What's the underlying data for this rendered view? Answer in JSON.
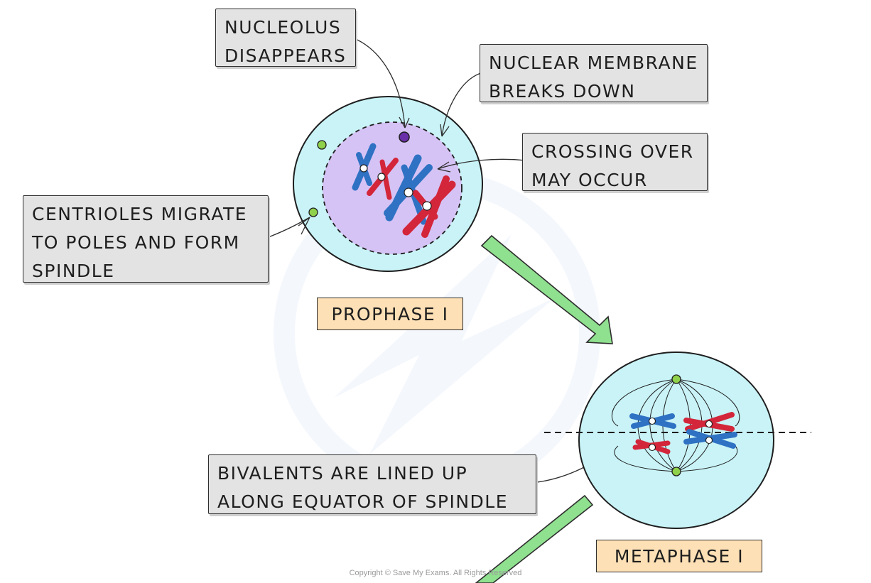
{
  "labels": {
    "nucleolus": "NUCLEOLUS DISAPPEARS",
    "membrane": "NUCLEAR MEMBRANE BREAKS DOWN",
    "crossing": "CROSSING OVER MAY OCCUR",
    "centrioles": "CENTRIOLES MIGRATE TO POLES AND FORM SPINDLE",
    "bivalents": "BIVALENTS ARE LINED UP ALONG EQUATOR OF SPINDLE"
  },
  "phases": {
    "prophase": "PROPHASE I",
    "metaphase": "METAPHASE I"
  },
  "copyright": "Copyright © Save My Exams. All Rights Reserved",
  "colors": {
    "cell": "#c9f3f7",
    "nucleus": "#d6c3f5",
    "chromosome_blue": "#2f72c4",
    "chromosome_red": "#d3263a",
    "centriole": "#8fd14a",
    "nucleolus": "#6a2fa8",
    "arrow": "#8fe08f"
  }
}
